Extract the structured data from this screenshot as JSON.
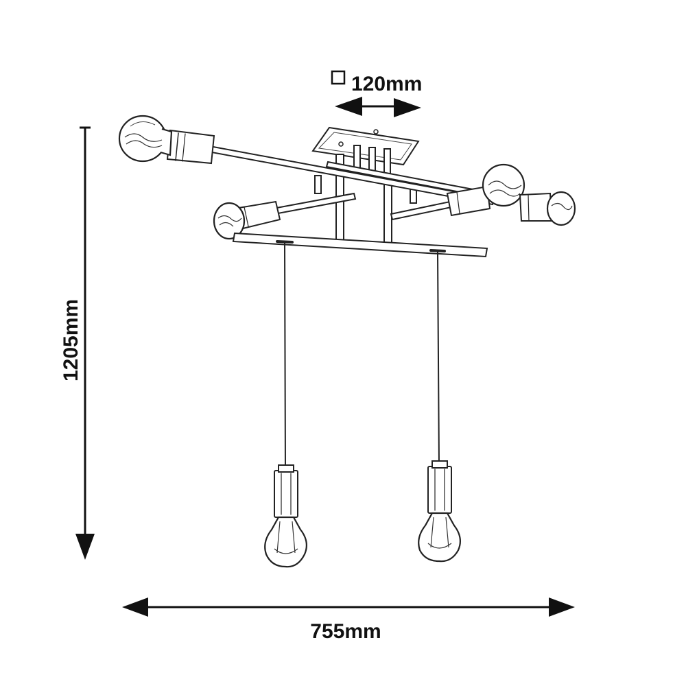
{
  "dimensions": {
    "canopy_size": "120mm",
    "height": "1205mm",
    "width": "755mm"
  },
  "colors": {
    "line": "#222222",
    "background": "#ffffff"
  },
  "icons": {
    "canopy_square": "square-symbol-icon"
  }
}
